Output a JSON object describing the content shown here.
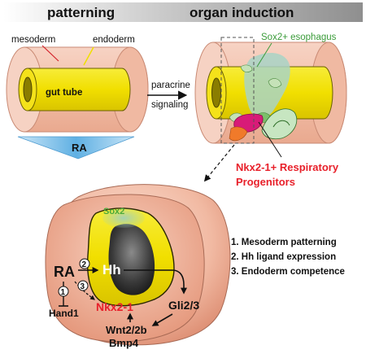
{
  "header": {
    "left_title": "patterning",
    "right_title": "organ induction"
  },
  "left_panel": {
    "mesoderm_label": "mesoderm",
    "endoderm_label": "endoderm",
    "gut_tube_label": "gut tube",
    "ra_label": "RA"
  },
  "arrow_label": {
    "line1": "paracrine",
    "line2": "signaling"
  },
  "right_panel": {
    "sox2_label": "Sox2+ esophagus",
    "nkx_label_line1": "Nkx2-1+ Respiratory",
    "nkx_label_line2": "Progenitors"
  },
  "bottom_panel": {
    "sox2": "Sox2",
    "ra": "RA",
    "hh": "Hh",
    "nkx": "Nkx2-1",
    "hand1": "Hand1",
    "gli": "Gli2/3",
    "wnt": "Wnt2/2b",
    "bmp": "Bmp4",
    "step1": "1",
    "step2": "2",
    "step3": "3"
  },
  "legend": [
    "1. Mesoderm patterning",
    "2. Hh ligand expression",
    "3. Endoderm competence"
  ],
  "colors": {
    "mesoderm_pink": "#f4c7b4",
    "gut_yellow": "#f2e200",
    "nkx_red": "#e8202a",
    "sox2_green": "#4caa3a",
    "ra_blue": "#7fbfe6"
  }
}
